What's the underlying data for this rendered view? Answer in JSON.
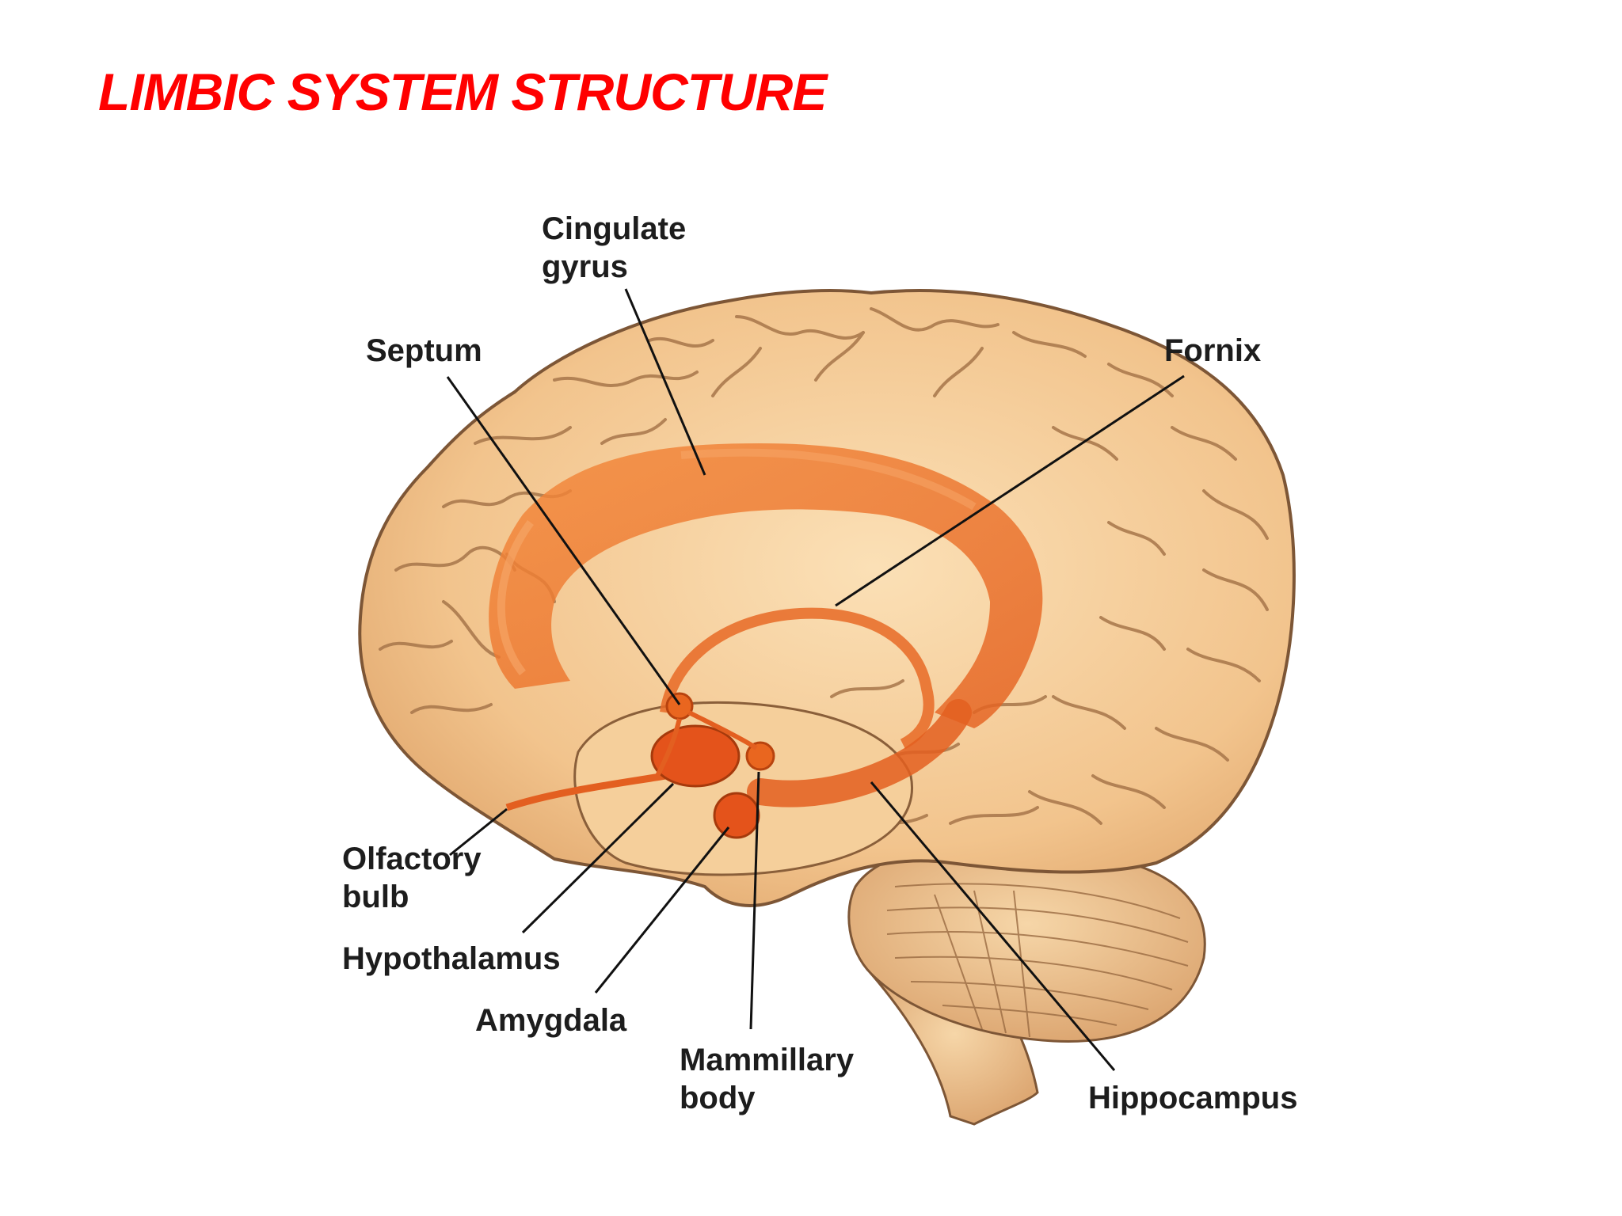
{
  "title": "LIMBIC SYSTEM STRUCTURE",
  "colors": {
    "title": "#ff0000",
    "brain_fill": "#f2c48d",
    "brain_outline": "#7d5636",
    "limbic_fill": "#ee7228",
    "label_text": "#1d1d1d"
  },
  "labels": {
    "cingulate_line1": "Cingulate",
    "cingulate_line2": "gyrus",
    "septum": "Septum",
    "fornix": "Fornix",
    "olfactory_line1": "Olfactory",
    "olfactory_line2": "bulb",
    "hypothalamus": "Hypothalamus",
    "amygdala": "Amygdala",
    "mammillary_line1": "Mammillary",
    "mammillary_line2": "body",
    "hippocampus": "Hippocampus"
  }
}
